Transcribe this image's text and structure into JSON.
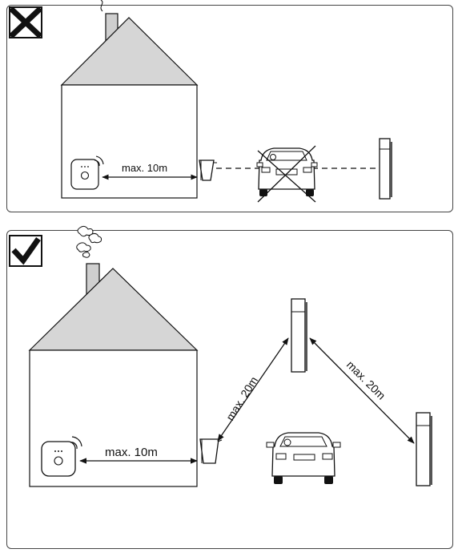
{
  "panels": [
    {
      "status": "incorrect",
      "status_icon": "cross-icon",
      "distance_label": "max. 10m"
    },
    {
      "status": "correct",
      "status_icon": "checkmark-icon",
      "distance_label": "max. 10m",
      "link1_label": "max. 20m",
      "link2_label": "max. 20m"
    }
  ],
  "colors": {
    "roof": "#d6d6d6",
    "chimney": "#cfcfcf",
    "line": "#111111"
  }
}
